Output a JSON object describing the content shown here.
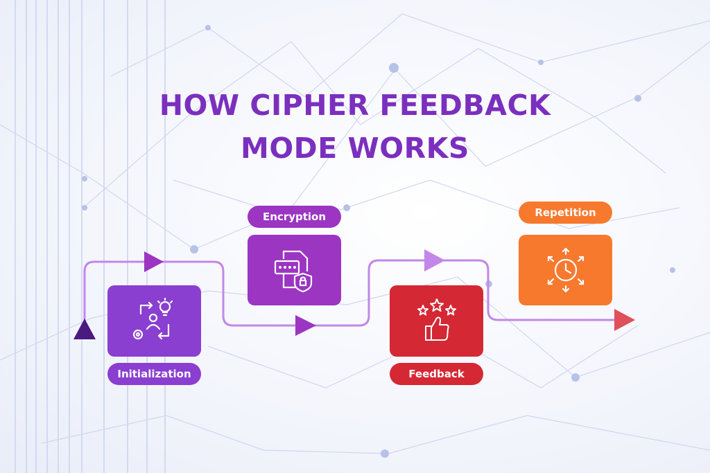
{
  "title": {
    "line1": "HOW CIPHER FEEDBACK",
    "line2": "MODE WORKS"
  },
  "steps": [
    {
      "label": "Initialization",
      "icon": "initialization-icon",
      "color": "#8a3fd0"
    },
    {
      "label": "Encryption",
      "icon": "encrypted-document-shield-icon",
      "color": "#9b35c2"
    },
    {
      "label": "Feedback",
      "icon": "thumbs-up-stars-icon",
      "color": "#d42834"
    },
    {
      "label": "Repetition",
      "icon": "clock-arrows-icon",
      "color": "#f7792e"
    }
  ],
  "colors": {
    "title": "#7b2fbe",
    "flow_line": "#c287e8",
    "start_marker": "#4b1a80",
    "end_arrow": "#e0505a"
  }
}
